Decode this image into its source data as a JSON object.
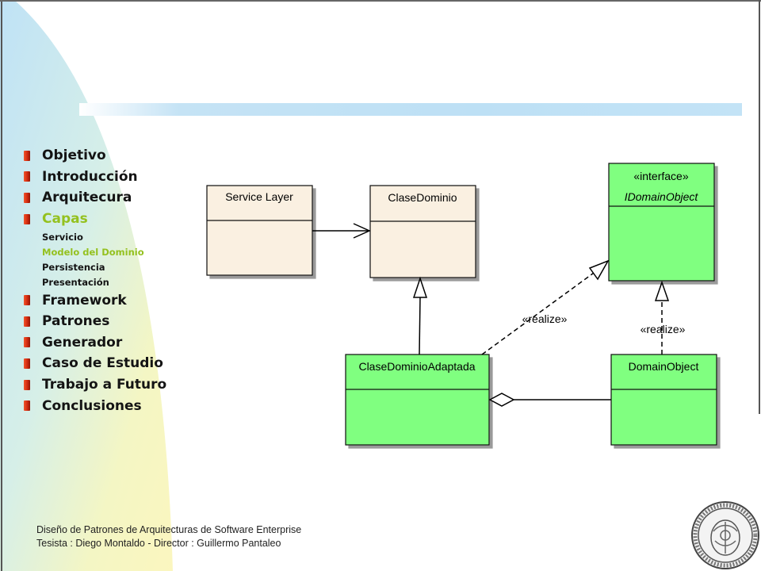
{
  "nav": {
    "items": [
      {
        "label": "Objetivo"
      },
      {
        "label": "Introducción"
      },
      {
        "label": "Arquitecura"
      },
      {
        "label": "Capas",
        "active": true
      }
    ],
    "subitems": [
      {
        "label": "Servicio"
      },
      {
        "label": "Modelo del Dominio",
        "active": true
      },
      {
        "label": "Persistencia"
      },
      {
        "label": "Presentación"
      }
    ],
    "items_after": [
      {
        "label": "Framework"
      },
      {
        "label": "Patrones"
      },
      {
        "label": "Generador"
      },
      {
        "label": "Caso de Estudio"
      },
      {
        "label": "Trabajo a Futuro"
      },
      {
        "label": "Conclusiones"
      }
    ]
  },
  "diagram": {
    "classes": {
      "service_layer": {
        "name": "Service  Layer"
      },
      "clase_dominio": {
        "name": "ClaseDominio"
      },
      "idomain_object": {
        "stereotype": "«interface»",
        "name": "IDomainObject"
      },
      "clase_dominio_adaptada": {
        "name": "ClaseDominioAdaptada"
      },
      "domain_object": {
        "name": "DomainObject"
      }
    },
    "relations": {
      "realize_left": "«realize»",
      "realize_right": "«realize»"
    }
  },
  "footer": {
    "line1": "Diseño de Patrones de Arquitecturas de Software Enterprise",
    "line2": "Tesista : Diego Montaldo  -  Director : Guillermo Pantaleo"
  },
  "colors": {
    "accent_green": "#94c11f",
    "class_beige": "#faf0e1",
    "class_green": "#80ff80",
    "bullet_red": "#d22a10"
  }
}
